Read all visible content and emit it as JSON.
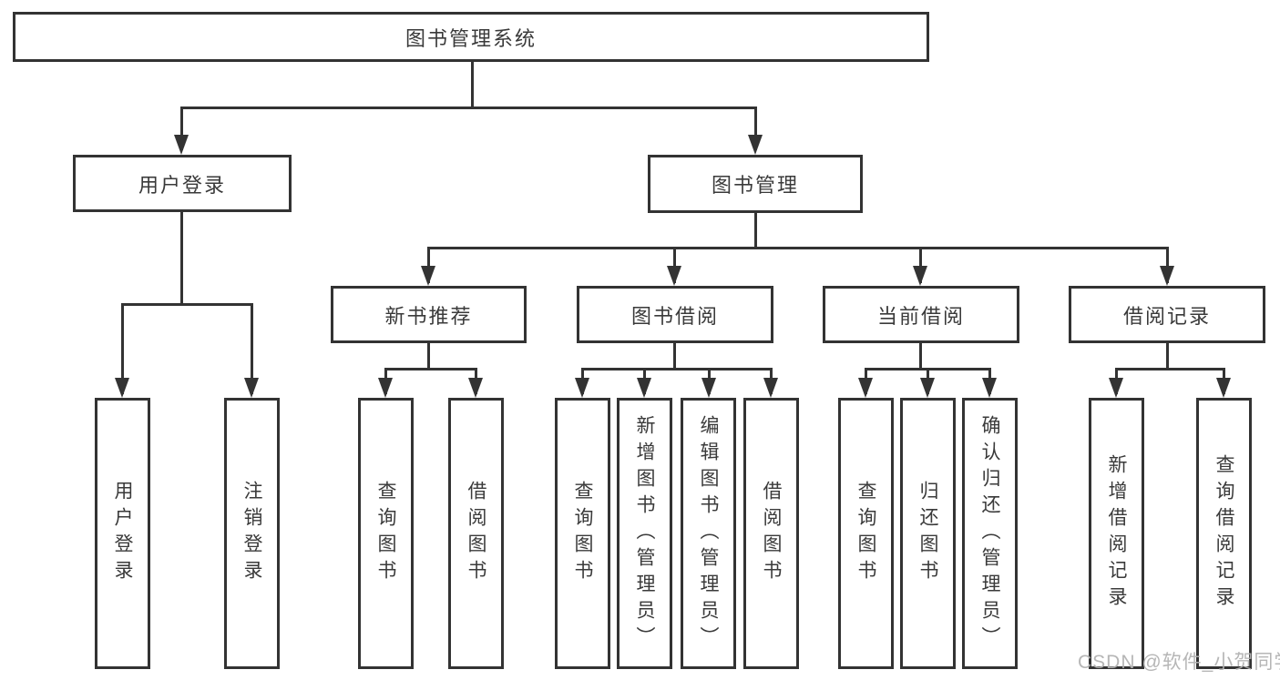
{
  "diagram": {
    "title": "图书管理系统",
    "root": {
      "label": "图书管理系统"
    },
    "branches": [
      {
        "label": "用户登录",
        "children": [
          {
            "label": "用户登录"
          },
          {
            "label": "注销登录"
          }
        ]
      },
      {
        "label": "图书管理",
        "groups": [
          {
            "label": "新书推荐",
            "children": [
              {
                "label": "查询图书"
              },
              {
                "label": "借阅图书"
              }
            ]
          },
          {
            "label": "图书借阅",
            "children": [
              {
                "label": "查询图书"
              },
              {
                "label": "新增图书（管理员）"
              },
              {
                "label": "编辑图书（管理员）"
              },
              {
                "label": "借阅图书"
              }
            ]
          },
          {
            "label": "当前借阅",
            "children": [
              {
                "label": "查询图书"
              },
              {
                "label": "归还图书"
              },
              {
                "label": "确认归还（管理员）"
              }
            ]
          },
          {
            "label": "借阅记录",
            "children": [
              {
                "label": "新增借阅记录"
              },
              {
                "label": "查询借阅记录"
              }
            ]
          }
        ]
      }
    ]
  },
  "watermark": {
    "text": "CSDN @软件_小贺同学"
  },
  "colors": {
    "line": "#333333",
    "box_border": "#333333",
    "box_background": "#ffffff",
    "text": "#3a3a3a",
    "watermark": "#b2b2b2",
    "page_background": "#ffffff"
  }
}
